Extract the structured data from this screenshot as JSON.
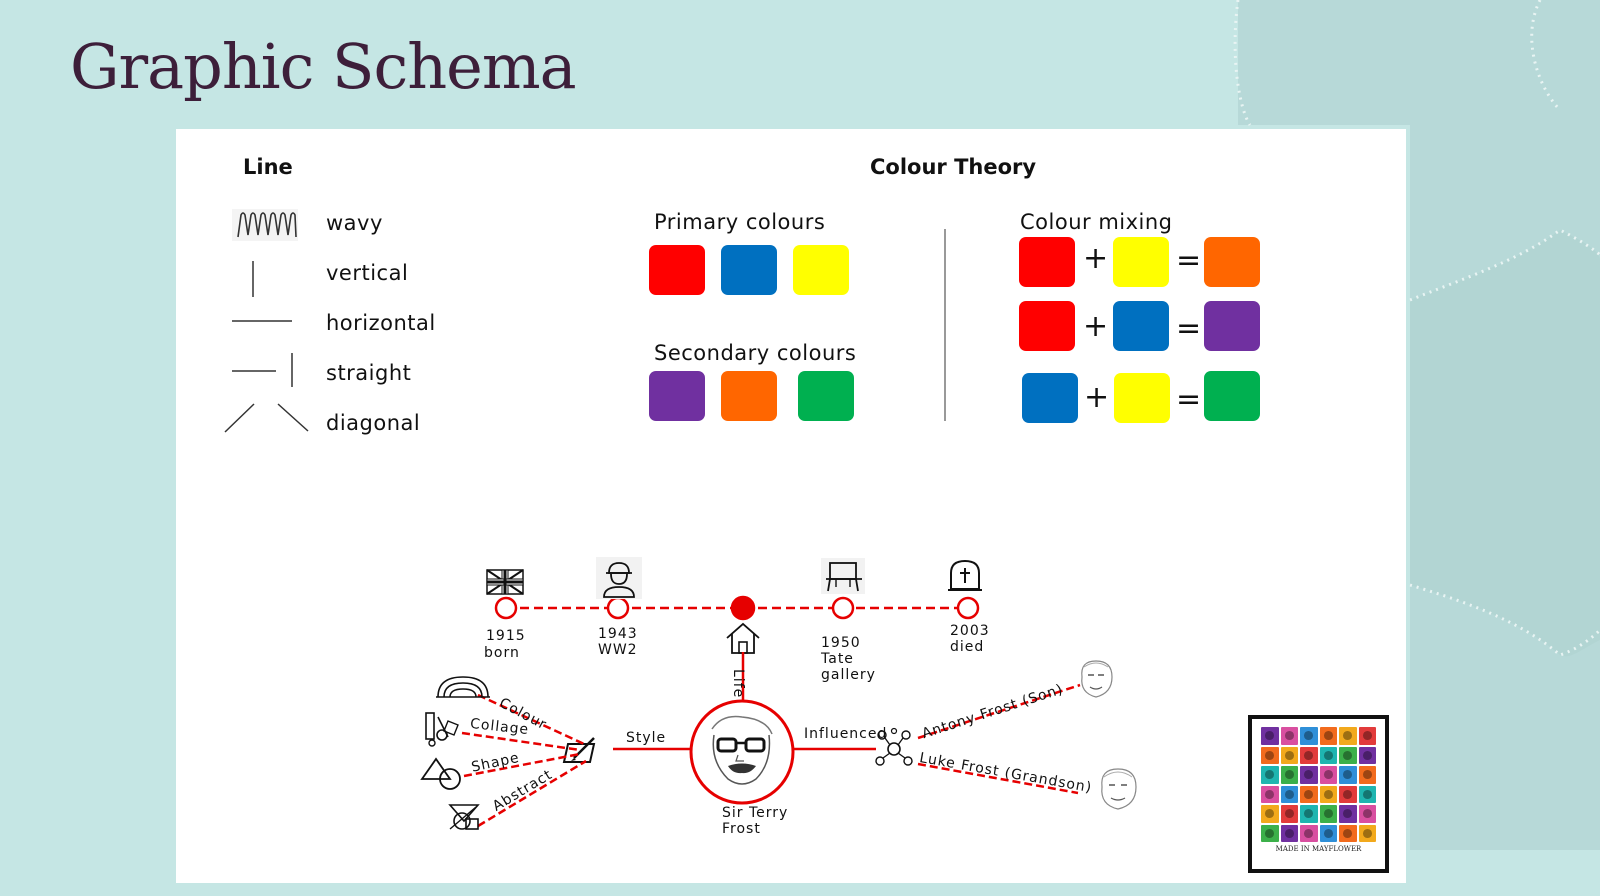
{
  "title": "Graphic Schema",
  "line_section": {
    "title": "Line",
    "items": [
      {
        "label": "wavy",
        "icon": "wavy-line-icon"
      },
      {
        "label": "vertical",
        "icon": "vertical-line-icon"
      },
      {
        "label": "horizontal",
        "icon": "horizontal-line-icon"
      },
      {
        "label": "straight",
        "icon": "straight-lines-icon"
      },
      {
        "label": "diagonal",
        "icon": "diagonal-lines-icon"
      }
    ]
  },
  "colour_theory": {
    "title": "Colour Theory",
    "primary_title": "Primary colours",
    "secondary_title": "Secondary colours",
    "mixing_title": "Colour mixing",
    "colors": {
      "red": "#ff0000",
      "blue": "#0070c0",
      "yellow": "#ffff00",
      "purple": "#7030a0",
      "orange": "#ff6600",
      "green": "#00b050"
    },
    "plus": "+",
    "equals": "="
  },
  "timeline": {
    "events": [
      {
        "year": "1915",
        "text": "born",
        "icon": "union-jack-flag-icon"
      },
      {
        "year": "1943",
        "text": "WW2",
        "icon": "soldier-icon"
      },
      {
        "year": "",
        "text": "",
        "icon": "house-icon"
      },
      {
        "year": "1950",
        "text": "Tate gallery",
        "icon": "easel-icon"
      },
      {
        "year": "2003",
        "text": "died",
        "icon": "gravestone-icon"
      }
    ],
    "line_color": "#e60000"
  },
  "mindmap": {
    "center_name": "Sir Terry Frost",
    "life_label": "Life",
    "style_label": "Style",
    "influenced_label": "Influenced",
    "style_branches": [
      "Colour",
      "Collage",
      "Shape",
      "Abstract"
    ],
    "influence_branches": [
      "Antony Frost (Son)",
      "Luke Frost (Grandson)"
    ]
  },
  "poster": {
    "caption": "MADE IN MAYFLOWER"
  }
}
